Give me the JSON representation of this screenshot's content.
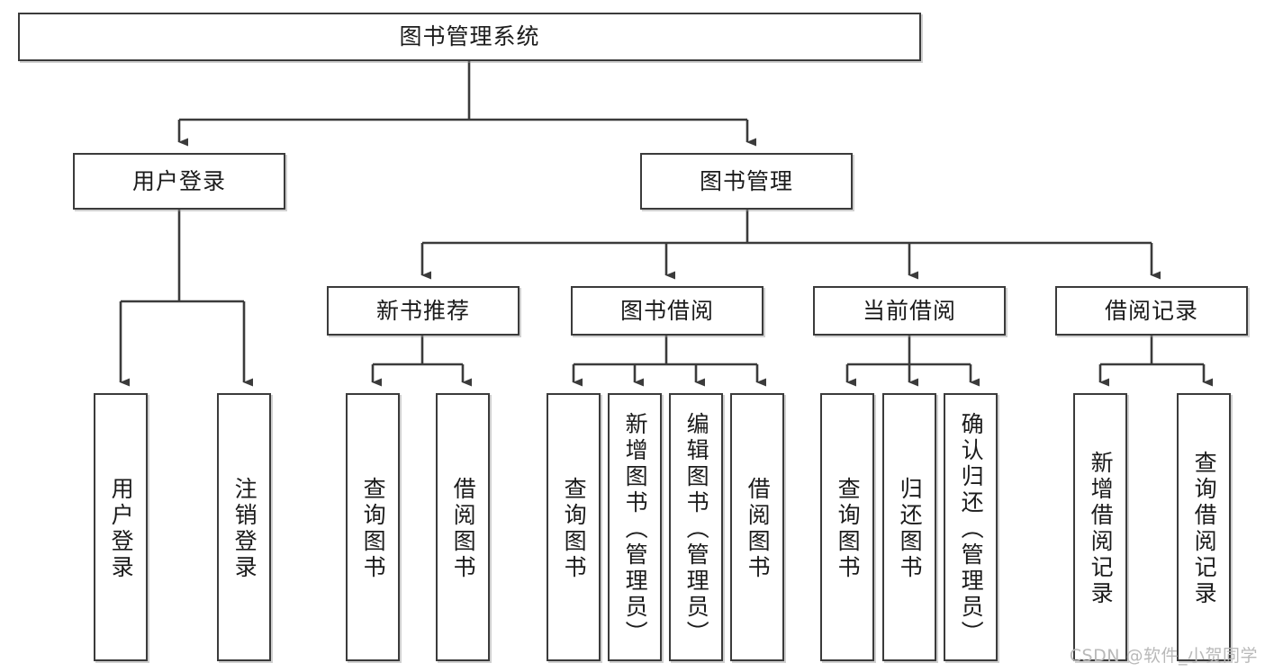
{
  "diagram": {
    "title": "图书管理系统",
    "type": "tree-hierarchy-diagram",
    "colors": {
      "box_border": "#3b3b3b",
      "box_fill": "#ffffff",
      "edge": "#3b3b3b",
      "watermark": "#b9b9b9"
    },
    "root": {
      "label": "图书管理系统"
    },
    "level2": [
      {
        "label": "用户登录"
      },
      {
        "label": "图书管理"
      }
    ],
    "level3": [
      {
        "label": "新书推荐"
      },
      {
        "label": "图书借阅"
      },
      {
        "label": "当前借阅"
      },
      {
        "label": "借阅记录"
      }
    ],
    "leaves": [
      {
        "label": "用户登录",
        "parent": "用户登录"
      },
      {
        "label": "注销登录",
        "parent": "用户登录"
      },
      {
        "label": "查询图书",
        "parent": "新书推荐"
      },
      {
        "label": "借阅图书",
        "parent": "新书推荐"
      },
      {
        "label": "查询图书",
        "parent": "图书借阅"
      },
      {
        "label": "新增图书（管理员）",
        "parent": "图书借阅"
      },
      {
        "label": "编辑图书（管理员）",
        "parent": "图书借阅"
      },
      {
        "label": "借阅图书",
        "parent": "图书借阅"
      },
      {
        "label": "查询图书",
        "parent": "当前借阅"
      },
      {
        "label": "归还图书",
        "parent": "当前借阅"
      },
      {
        "label": "确认归还（管理员）",
        "parent": "当前借阅"
      },
      {
        "label": "新增借阅记录",
        "parent": "借阅记录"
      },
      {
        "label": "查询借阅记录",
        "parent": "借阅记录"
      }
    ],
    "watermark": "CSDN @软件_小贺同学"
  }
}
